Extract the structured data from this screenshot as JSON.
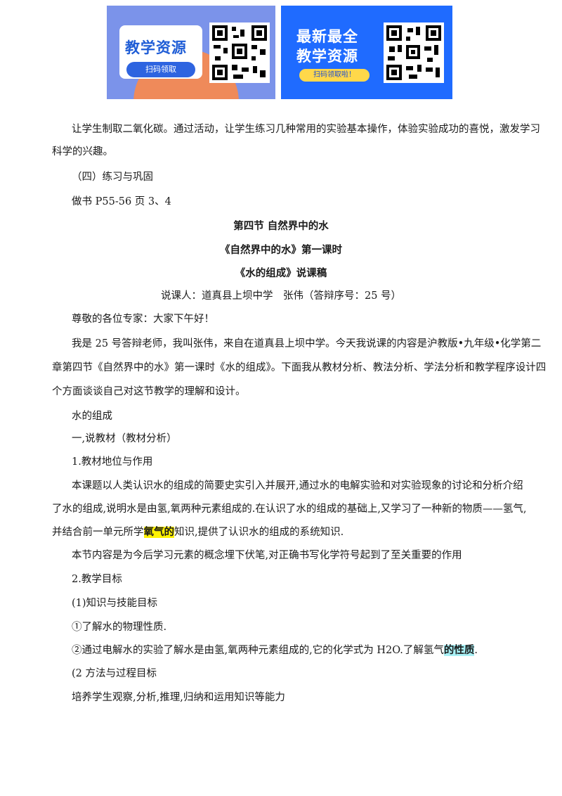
{
  "banner": {
    "left_title": "教学资源",
    "left_sub": "扫码领取",
    "right_title_1": "最新最全",
    "right_title_2": "教学资源",
    "right_sub": "扫码领取啦！"
  },
  "content": {
    "p1a": "让学生制取二氧化碳。通过活动，让学生练习几种常用的实验基本操作，体验实验成功的喜悦，激发学习",
    "p1b": "科学的兴趣。",
    "p2": "（四）练习与巩固",
    "p3": "做书 P55-56 页 3、4",
    "h1": "第四节 自然界中的水",
    "h2": "《自然界中的水》第一课时",
    "h3": "《水的组成》说课稿",
    "speaker": "说课人：道真县上坝中学　张伟（答辩序号：25 号）",
    "greeting": "尊敬的各位专家：大家下午好！",
    "intro_a": "我是 25 号答辩老师，我叫张伟，来自在道真县上坝中学。今天我说课的内容是沪教版•九年级•化学第二",
    "intro_b": "章第四节《自然界中的水》第一课时《水的组成》。下面我从教材分析、教法分析、学法分析和教学程序设计四",
    "intro_c": "个方面谈谈自己对这节教学的理解和设计。",
    "topic": "水的组成",
    "sec1": "一,说教材（教材分析）",
    "sec1_1": "1.教材地位与作用",
    "body1_a": "本课题以人类认识水的组成的简要史实引入并展开,通过水的电解实验和对实验现象的讨论和分析介绍",
    "body1_b": "了水的组成,说明水是由氢,氧两种元素组成的.在认识了水的组成的基础上,又学习了一种新的物质——氢气,",
    "body1_c_pre": "并结合前一单元所学",
    "body1_c_hl": "氧气的",
    "body1_c_post": "知识,提供了认识水的组成的系统知识.",
    "body2": "本节内容是为今后学习元素的概念埋下伏笔,对正确书写化学符号起到了至关重要的作用",
    "sec2": "2.教学目标",
    "goal1": "(1)知识与技能目标",
    "goal1_a": "①了解水的物理性质.",
    "goal1_b_pre": "②通过电解水的实验了解水是由氢,氧两种元素组成的,它的化学式为 H2O.了解氢气",
    "goal1_b_hl": "的性质",
    "goal1_b_post": ".",
    "goal2": "(2 方法与过程目标",
    "goal2_a": "培养学生观察,分析,推理,归纳和运用知识等能力"
  }
}
